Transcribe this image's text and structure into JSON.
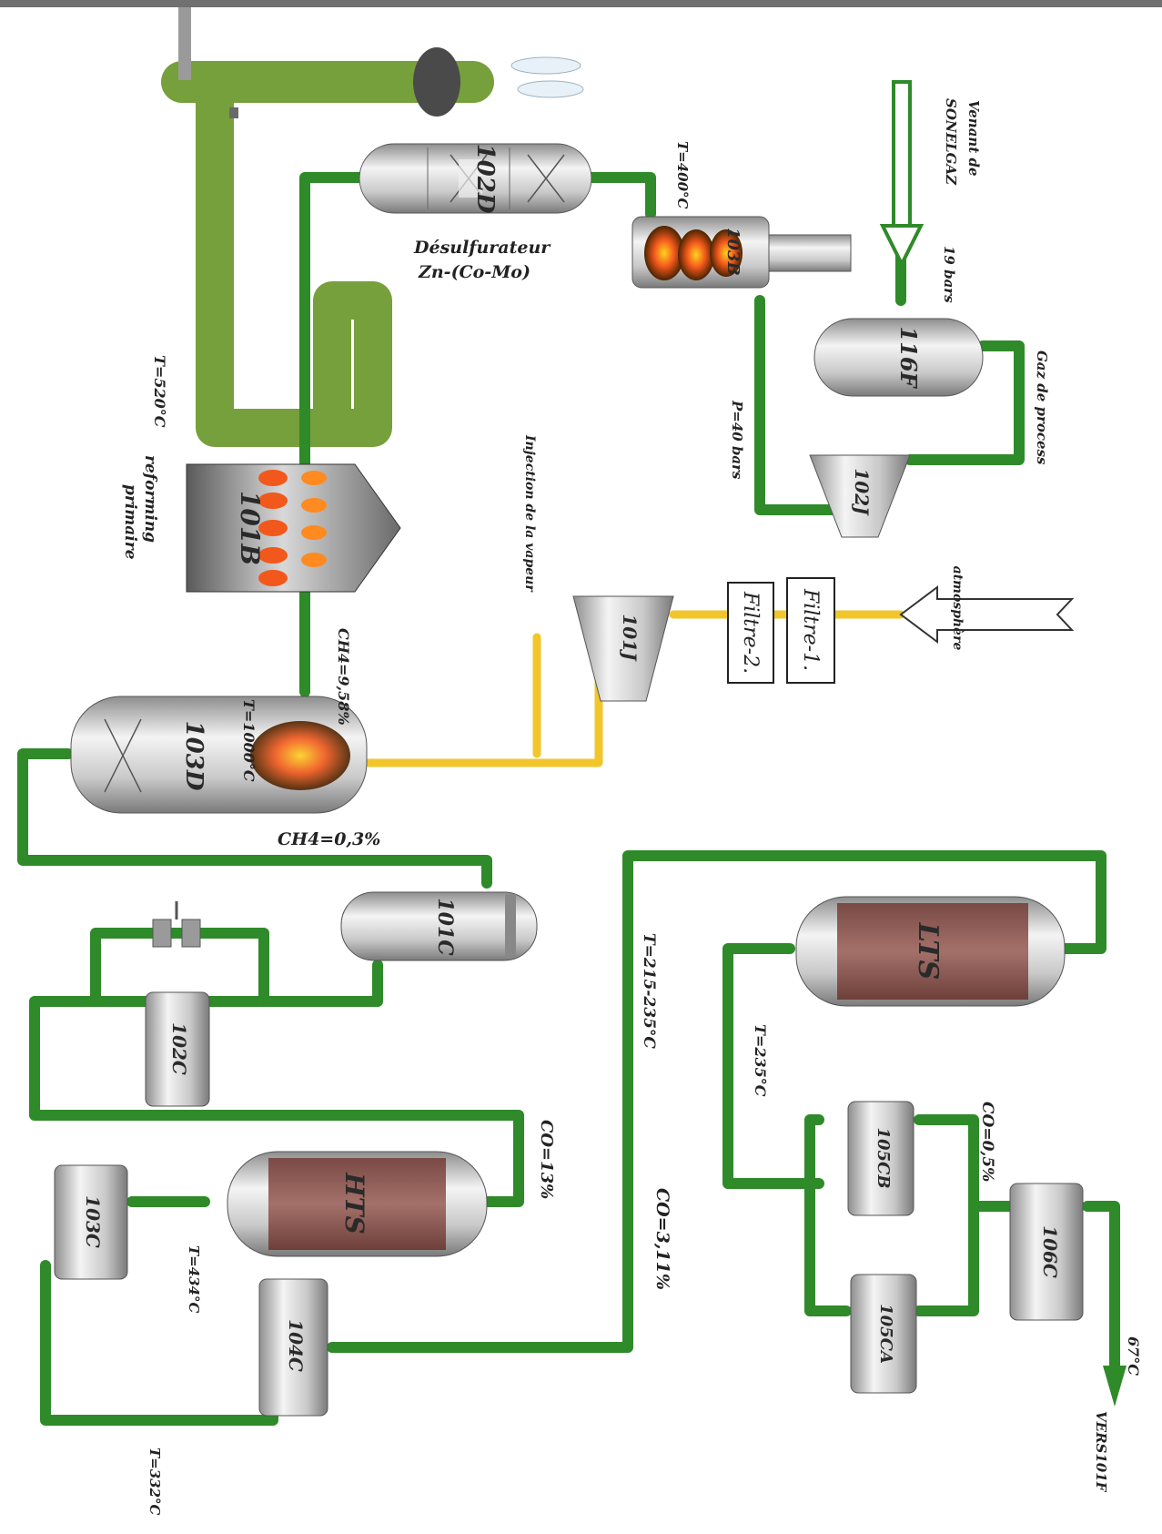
{
  "diagram": {
    "equipment": {
      "desulfurizer": "102D",
      "heater": "103B",
      "separator": "116F",
      "compressor_gas": "102J",
      "primary_reformer": "101B",
      "air_compressor": "101J",
      "secondary_reformer": "103D",
      "boiler": "101C",
      "exchanger_102c": "102C",
      "hts": "HTS",
      "exchanger_103c": "103C",
      "exchanger_104c": "104C",
      "lts": "LTS",
      "exchanger_105cb": "105CB",
      "exchanger_105ca": "105CA",
      "exchanger_106c": "106C",
      "filter_1": "Filtre-1.",
      "filter_2": "Filtre-2."
    },
    "labels": {
      "desulf_title": "Désulfurateur",
      "desulf_catalyst": "Zn-(Co-Mo)",
      "gas_source_1": "Venant de",
      "gas_source_2": "SONELGAZ",
      "pressure_19": "19 bars",
      "t_400": "T=400°C",
      "process_gas": "Gaz de process",
      "p_40": "P=40 bars",
      "t_520": "T=520°C",
      "reforming_1": "reforming",
      "reforming_2": "primaire",
      "steam_injection": "Injection de la vapeur",
      "atmosphere": "atmosphère",
      "ch4_out_primary": "CH4=9,58%",
      "t_1000": "T=1000°C",
      "ch4_out_secondary": "CH4=0,3%",
      "t_215": "T=215-235°C",
      "co_13": "CO=13%",
      "t_434": "T=434°C",
      "t_332": "T=332°C",
      "co_311": "CO=3,11%",
      "t_235": "T=235°C",
      "co_05": "CO=0,5%",
      "t_67": "67°C",
      "destination": "VERS101F"
    }
  }
}
